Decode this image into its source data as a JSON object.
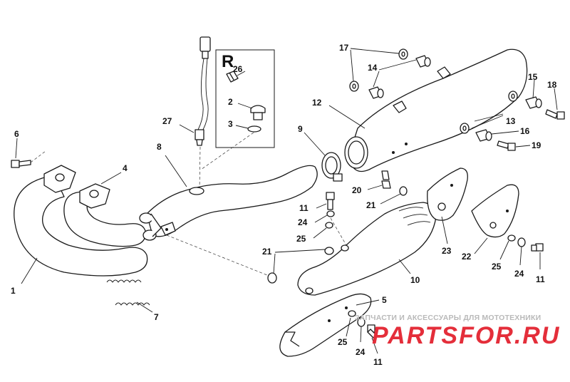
{
  "inset": {
    "title": "R"
  },
  "callouts": {
    "c1": "1",
    "c2": "2",
    "c3": "3",
    "c4": "4",
    "c5": "5",
    "c6": "6",
    "c7": "7",
    "c8": "8",
    "c9": "9",
    "c10": "10",
    "c11a": "11",
    "c11b": "11",
    "c11c": "11",
    "c12": "12",
    "c13": "13",
    "c14": "14",
    "c15": "15",
    "c16": "16",
    "c17": "17",
    "c18": "18",
    "c19": "19",
    "c20": "20",
    "c21a": "21",
    "c21b": "21",
    "c22": "22",
    "c23": "23",
    "c24a": "24",
    "c24b": "24",
    "c24c": "24",
    "c25a": "25",
    "c25b": "25",
    "c25c": "25",
    "c26": "26",
    "c27": "27"
  },
  "watermark": {
    "tagline": "ЗАПЧАСТИ И АКСЕССУАРЫ ДЛЯ МОТОТЕХНИКИ",
    "logo": "PARTSFOR.RU"
  },
  "colors": {
    "logo": "#e42e3a",
    "tagline": "#b9b9b9",
    "ink": "#1a1a1a"
  }
}
